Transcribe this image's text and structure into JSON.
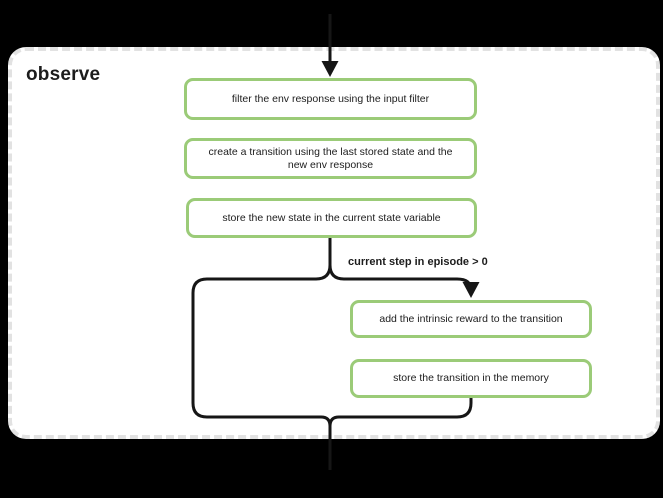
{
  "colors": {
    "canvas_bg": "#000000",
    "panel_bg": "#ffffff",
    "panel_border": "#e2e2e2",
    "node_border": "#9bcb78",
    "node_bg": "#ffffff",
    "edge": "#161616",
    "text": "#1c1c1c"
  },
  "panel": {
    "title": "observe"
  },
  "nodes": {
    "filter_env": {
      "label": "filter the env response using the input filter"
    },
    "create_transition": {
      "label": "create a transition using the last stored state and the\nnew env response"
    },
    "store_state": {
      "label": "store the new state in the current state variable"
    },
    "add_intrinsic_reward": {
      "label": "add the intrinsic reward to the transition"
    },
    "store_transition": {
      "label": "store the transition in the memory"
    }
  },
  "edges": {
    "condition_label": "current step in episode > 0"
  }
}
